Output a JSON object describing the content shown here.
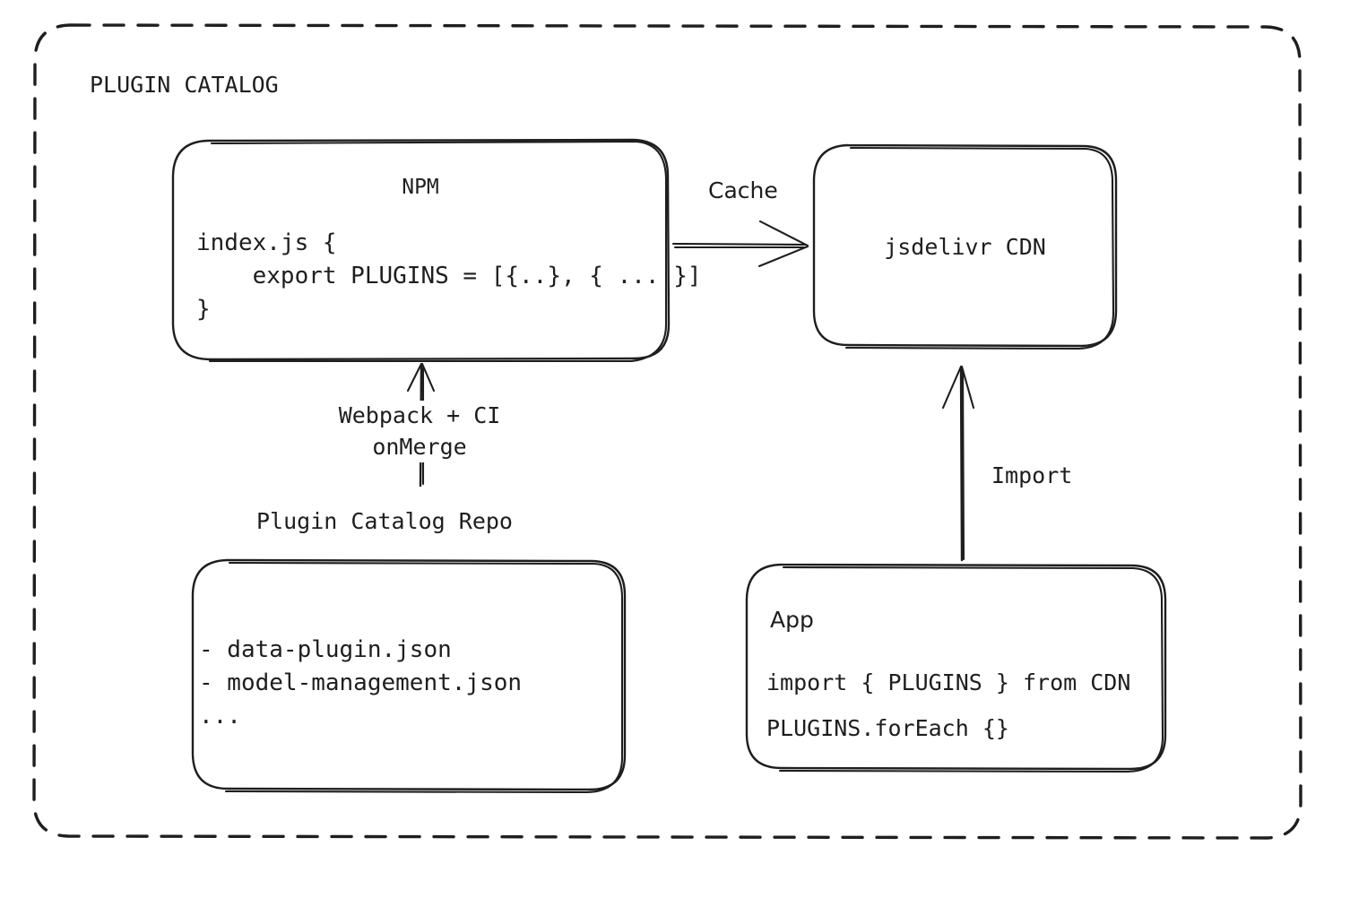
{
  "diagram": {
    "title": "PLUGIN CATALOG",
    "boxes": {
      "npm": {
        "title": "NPM",
        "code": "index.js {\n    export PLUGINS = [{..}, { ... }]\n}"
      },
      "cdn": {
        "title": "jsdelivr CDN"
      },
      "repo": {
        "caption": "Plugin Catalog Repo",
        "files": "- data-plugin.json\n- model-management.json\n..."
      },
      "app": {
        "title": "App",
        "line1": "import { PLUGINS } from CDN",
        "line2": "PLUGINS.forEach {}"
      }
    },
    "edges": {
      "cache": "Cache",
      "build": "Webpack + CI\nonMerge",
      "import": "Import"
    },
    "colors": {
      "stroke": "#1e1e1e",
      "background": "#ffffff"
    }
  }
}
